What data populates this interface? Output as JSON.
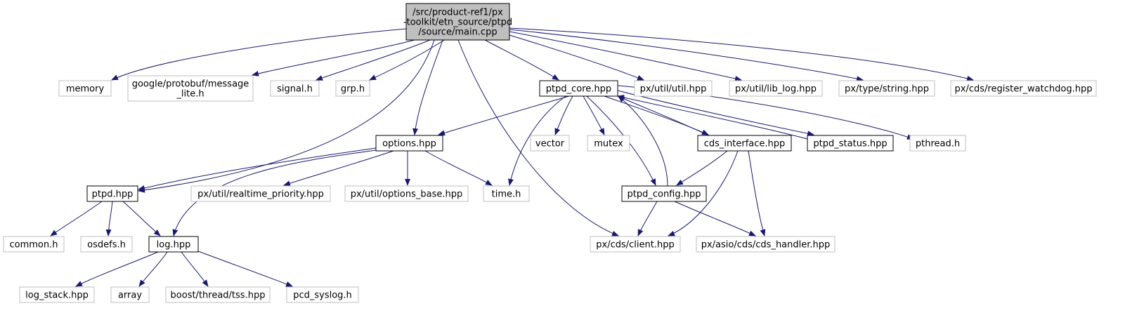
{
  "diagram": {
    "nodes": {
      "main_cpp": [
        "/src/product-ref1/px",
        "-toolkit/etn_source/ptpd",
        "/source/main.cpp"
      ],
      "memory": [
        "memory"
      ],
      "message_lite": [
        "google/protobuf/message",
        "_lite.h"
      ],
      "signal_h": [
        "signal.h"
      ],
      "grp_h": [
        "grp.h"
      ],
      "ptpd_core": [
        "ptpd_core.hpp"
      ],
      "util_hpp": [
        "px/util/util.hpp"
      ],
      "lib_log": [
        "px/util/lib_log.hpp"
      ],
      "string_hpp": [
        "px/type/string.hpp"
      ],
      "register_watchdog": [
        "px/cds/register_watchdog.hpp"
      ],
      "options_hpp": [
        "options.hpp"
      ],
      "vector": [
        "vector"
      ],
      "mutex": [
        "mutex"
      ],
      "cds_interface": [
        "cds_interface.hpp"
      ],
      "ptpd_status": [
        "ptpd_status.hpp"
      ],
      "pthread_h": [
        "pthread.h"
      ],
      "ptpd_hpp": [
        "ptpd.hpp"
      ],
      "realtime_priority": [
        "px/util/realtime_priority.hpp"
      ],
      "options_base": [
        "px/util/options_base.hpp"
      ],
      "time_h": [
        "time.h"
      ],
      "ptpd_config": [
        "ptpd_config.hpp"
      ],
      "common_h": [
        "common.h"
      ],
      "osdefs_h": [
        "osdefs.h"
      ],
      "log_hpp": [
        "log.hpp"
      ],
      "cds_client": [
        "px/cds/client.hpp"
      ],
      "cds_handler": [
        "px/asio/cds/cds_handler.hpp"
      ],
      "log_stack": [
        "log_stack.hpp"
      ],
      "array": [
        "array"
      ],
      "tss_hpp": [
        "boost/thread/tss.hpp"
      ],
      "pcd_syslog": [
        "pcd_syslog.h"
      ]
    },
    "edges": [
      [
        "main_cpp",
        "memory"
      ],
      [
        "main_cpp",
        "message_lite"
      ],
      [
        "main_cpp",
        "signal_h"
      ],
      [
        "main_cpp",
        "grp_h"
      ],
      [
        "main_cpp",
        "ptpd_core"
      ],
      [
        "main_cpp",
        "util_hpp"
      ],
      [
        "main_cpp",
        "lib_log"
      ],
      [
        "main_cpp",
        "string_hpp"
      ],
      [
        "main_cpp",
        "register_watchdog"
      ],
      [
        "main_cpp",
        "options_hpp"
      ],
      [
        "main_cpp",
        "ptpd_hpp"
      ],
      [
        "main_cpp",
        "cds_client"
      ],
      [
        "ptpd_core",
        "options_hpp"
      ],
      [
        "ptpd_core",
        "vector"
      ],
      [
        "ptpd_core",
        "mutex"
      ],
      [
        "ptpd_core",
        "cds_interface"
      ],
      [
        "ptpd_core",
        "ptpd_status"
      ],
      [
        "ptpd_core",
        "pthread_h"
      ],
      [
        "ptpd_core",
        "time_h"
      ],
      [
        "ptpd_core",
        "ptpd_config"
      ],
      [
        "options_hpp",
        "ptpd_hpp"
      ],
      [
        "options_hpp",
        "realtime_priority"
      ],
      [
        "options_hpp",
        "options_base"
      ],
      [
        "options_hpp",
        "time_h"
      ],
      [
        "options_hpp",
        "log_hpp"
      ],
      [
        "ptpd_hpp",
        "common_h"
      ],
      [
        "ptpd_hpp",
        "osdefs_h"
      ],
      [
        "ptpd_hpp",
        "log_hpp"
      ],
      [
        "log_hpp",
        "log_stack"
      ],
      [
        "log_hpp",
        "array"
      ],
      [
        "log_hpp",
        "tss_hpp"
      ],
      [
        "log_hpp",
        "pcd_syslog"
      ],
      [
        "cds_interface",
        "ptpd_core"
      ],
      [
        "cds_interface",
        "ptpd_config"
      ],
      [
        "cds_interface",
        "cds_client"
      ],
      [
        "cds_interface",
        "cds_handler"
      ],
      [
        "ptpd_status",
        "ptpd_core"
      ],
      [
        "ptpd_config",
        "ptpd_core"
      ],
      [
        "ptpd_config",
        "cds_client"
      ],
      [
        "ptpd_config",
        "cds_handler"
      ]
    ]
  },
  "colors": {
    "edge": "#191970",
    "root_fill": "#bfbfbf",
    "external_border": "#bfbfbf",
    "doc_border": "#000000"
  }
}
